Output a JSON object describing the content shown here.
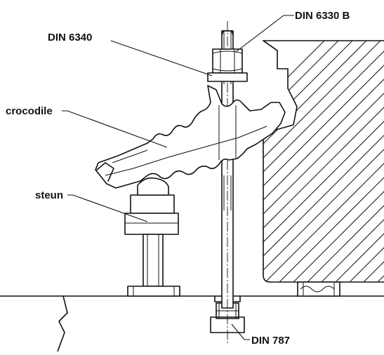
{
  "labels": {
    "din_6340": "DIN 6340",
    "din_6330b": "DIN 6330 B",
    "crocodile": "crocodile",
    "steun": "steun",
    "din_787": "DIN 787"
  }
}
